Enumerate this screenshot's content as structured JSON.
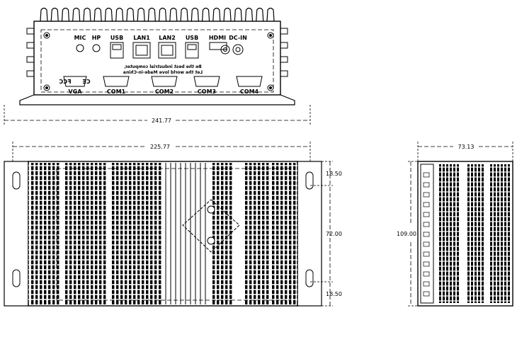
{
  "front_view": {
    "top_port_labels": [
      "MIC",
      "HP",
      "USB",
      "LAN1",
      "LAN2",
      "USB",
      "HDMI",
      "DC-IN"
    ],
    "mirrored_text_line1": "Be the best industrial computer,",
    "mirrored_text_line2": "Let the world love Made-in-China",
    "mirrored_fcc": "FCC",
    "mirrored_ce": "CE",
    "bottom_port_labels": [
      "VGA",
      "COM1",
      "COM2",
      "COM3",
      "COM4"
    ],
    "width_dimension": "241.77"
  },
  "top_view": {
    "width_dimension": "225.77",
    "right_dimensions": [
      "18.50",
      "72.00",
      "18.50"
    ]
  },
  "side_view": {
    "width_dimension": "73.13",
    "height_dimension": "109.00"
  }
}
